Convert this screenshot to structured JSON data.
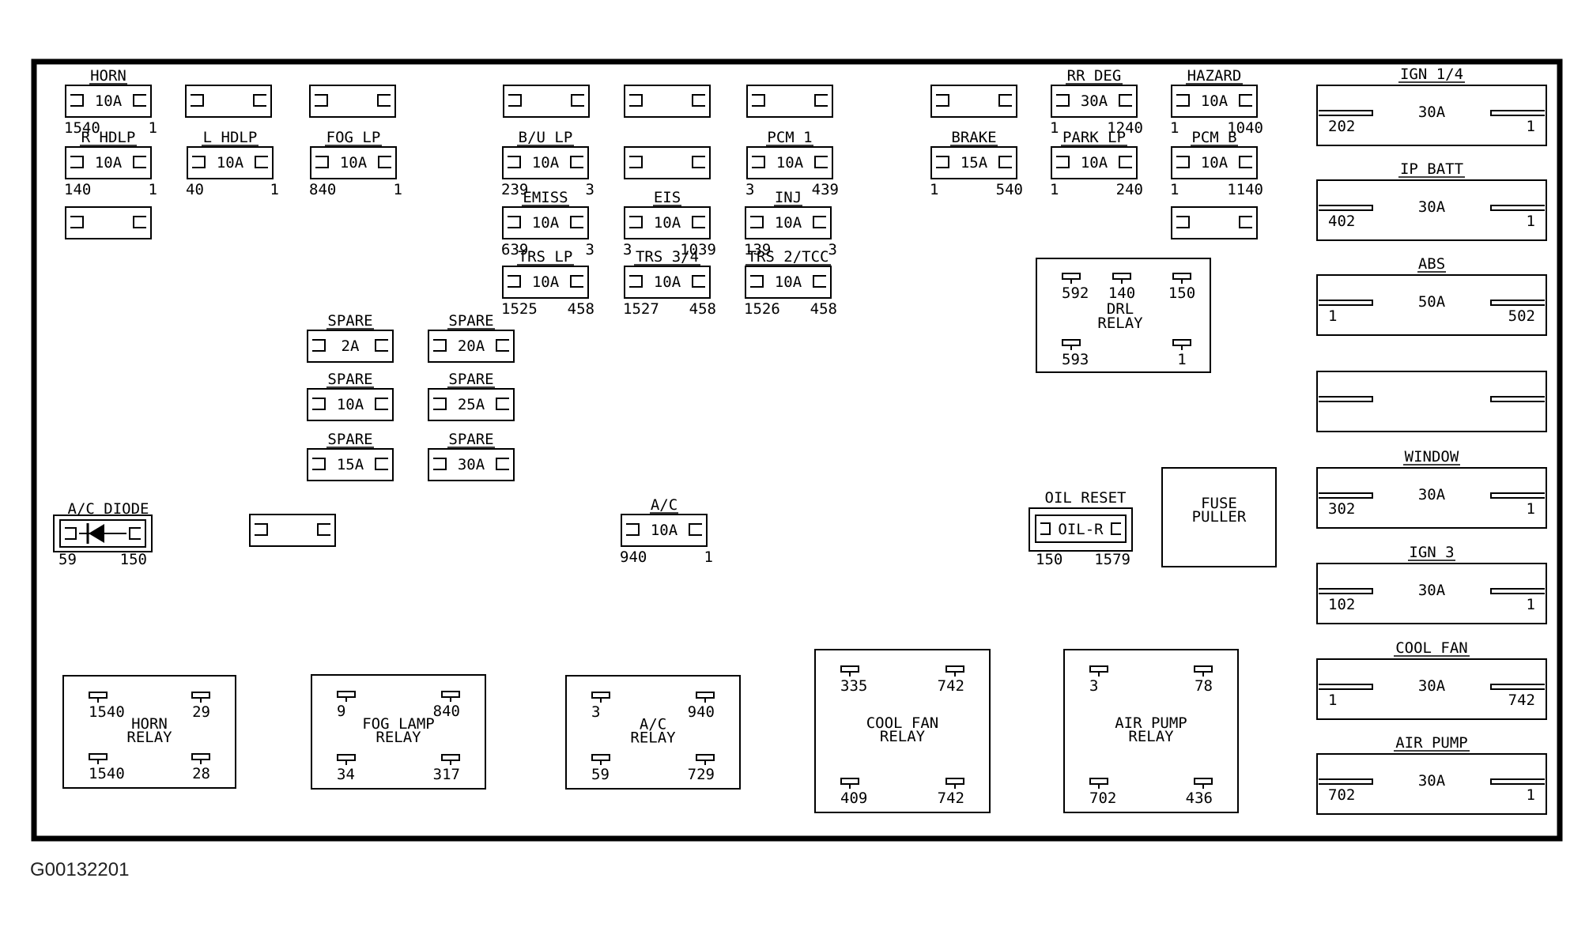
{
  "figure_id": "G00132201",
  "mini_fuses": [
    {
      "label": "HORN",
      "rating": "10A",
      "pin_left": "1540",
      "pin_right": "1"
    },
    {
      "label": "",
      "rating": "",
      "pin_left": "",
      "pin_right": ""
    },
    {
      "label": "",
      "rating": "",
      "pin_left": "",
      "pin_right": ""
    },
    {
      "label": "",
      "rating": "",
      "pin_left": "",
      "pin_right": ""
    },
    {
      "label": "",
      "rating": "",
      "pin_left": "",
      "pin_right": ""
    },
    {
      "label": "",
      "rating": "",
      "pin_left": "",
      "pin_right": ""
    },
    {
      "label": "",
      "rating": "",
      "pin_left": "",
      "pin_right": ""
    },
    {
      "label": "RR DEG",
      "rating": "30A",
      "pin_left": "1",
      "pin_right": "1240"
    },
    {
      "label": "HAZARD",
      "rating": "10A",
      "pin_left": "1",
      "pin_right": "1040"
    },
    {
      "label": "R HDLP",
      "rating": "10A",
      "pin_left": "140",
      "pin_right": "1"
    },
    {
      "label": "L HDLP",
      "rating": "10A",
      "pin_left": "40",
      "pin_right": "1"
    },
    {
      "label": "FOG LP",
      "rating": "10A",
      "pin_left": "840",
      "pin_right": "1"
    },
    {
      "label": "B/U LP",
      "rating": "10A",
      "pin_left": "239",
      "pin_right": "3"
    },
    {
      "label": "",
      "rating": "",
      "pin_left": "",
      "pin_right": ""
    },
    {
      "label": "PCM 1",
      "rating": "10A",
      "pin_left": "3",
      "pin_right": "439"
    },
    {
      "label": "BRAKE",
      "rating": "15A",
      "pin_left": "1",
      "pin_right": "540"
    },
    {
      "label": "PARK LP",
      "rating": "10A",
      "pin_left": "1",
      "pin_right": "240"
    },
    {
      "label": "PCM B",
      "rating": "10A",
      "pin_left": "1",
      "pin_right": "1140"
    },
    {
      "label": "",
      "rating": "",
      "pin_left": "",
      "pin_right": ""
    },
    {
      "label": "EMISS",
      "rating": "10A",
      "pin_left": "639",
      "pin_right": "3"
    },
    {
      "label": "EIS",
      "rating": "10A",
      "pin_left": "3",
      "pin_right": "1039"
    },
    {
      "label": "INJ",
      "rating": "10A",
      "pin_left": "139",
      "pin_right": "3"
    },
    {
      "label": "",
      "rating": "",
      "pin_left": "",
      "pin_right": ""
    },
    {
      "label": "TRS LP",
      "rating": "10A",
      "pin_left": "1525",
      "pin_right": "458"
    },
    {
      "label": "TRS 3/4",
      "rating": "10A",
      "pin_left": "1527",
      "pin_right": "458"
    },
    {
      "label": "TRS 2/TCC",
      "rating": "10A",
      "pin_left": "1526",
      "pin_right": "458"
    },
    {
      "label": "SPARE",
      "rating": "2A",
      "pin_left": "",
      "pin_right": ""
    },
    {
      "label": "SPARE",
      "rating": "20A",
      "pin_left": "",
      "pin_right": ""
    },
    {
      "label": "SPARE",
      "rating": "10A",
      "pin_left": "",
      "pin_right": ""
    },
    {
      "label": "SPARE",
      "rating": "25A",
      "pin_left": "",
      "pin_right": ""
    },
    {
      "label": "SPARE",
      "rating": "15A",
      "pin_left": "",
      "pin_right": ""
    },
    {
      "label": "SPARE",
      "rating": "30A",
      "pin_left": "",
      "pin_right": ""
    },
    {
      "label": "",
      "rating": "",
      "pin_left": "",
      "pin_right": ""
    },
    {
      "label": "A/C",
      "rating": "10A",
      "pin_left": "940",
      "pin_right": "1"
    }
  ],
  "maxi_fuses": [
    {
      "label": "IGN 1/4",
      "rating": "30A",
      "pin_left": "202",
      "pin_right": "1"
    },
    {
      "label": "IP BATT",
      "rating": "30A",
      "pin_left": "402",
      "pin_right": "1"
    },
    {
      "label": "ABS",
      "rating": "50A",
      "pin_left": "1",
      "pin_right": "502"
    },
    {
      "label": "",
      "rating": "",
      "pin_left": "",
      "pin_right": ""
    },
    {
      "label": "WINDOW",
      "rating": "30A",
      "pin_left": "302",
      "pin_right": "1"
    },
    {
      "label": "IGN 3",
      "rating": "30A",
      "pin_left": "102",
      "pin_right": "1"
    },
    {
      "label": "COOL FAN",
      "rating": "30A",
      "pin_left": "1",
      "pin_right": "742"
    },
    {
      "label": "AIR PUMP",
      "rating": "30A",
      "pin_left": "702",
      "pin_right": "1"
    }
  ],
  "relays": [
    {
      "name_line1": "HORN",
      "name_line2": "RELAY",
      "pins": [
        "1540",
        "29",
        "1540",
        "28"
      ]
    },
    {
      "name_line1": "FOG LAMP",
      "name_line2": "RELAY",
      "pins": [
        "9",
        "840",
        "34",
        "317"
      ]
    },
    {
      "name_line1": "A/C",
      "name_line2": "RELAY",
      "pins": [
        "3",
        "940",
        "59",
        "729"
      ]
    },
    {
      "name_line1": "COOL FAN",
      "name_line2": "RELAY",
      "pins": [
        "335",
        "742",
        "409",
        "742"
      ]
    },
    {
      "name_line1": "AIR PUMP",
      "name_line2": "RELAY",
      "pins": [
        "3",
        "78",
        "702",
        "436"
      ]
    },
    {
      "name_line1": "DRL",
      "name_line2": "RELAY",
      "pins": [
        "592",
        "140",
        "150",
        "593",
        "1"
      ]
    }
  ],
  "ac_diode": {
    "label": "A/C DIODE",
    "pin_left": "59",
    "pin_right": "150"
  },
  "oil_reset": {
    "label": "OIL RESET",
    "body": "OIL-R",
    "pin_left": "150",
    "pin_right": "1579"
  },
  "fuse_puller": {
    "line1": "FUSE",
    "line2": "PULLER"
  }
}
